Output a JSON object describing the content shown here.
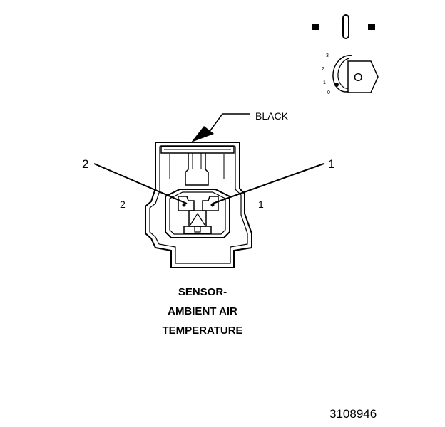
{
  "connector": {
    "color_label": "BLACK",
    "title_lines": [
      "SENSOR-",
      "AMBIENT AIR",
      "TEMPERATURE"
    ],
    "callouts": {
      "left": "2",
      "right": "1"
    },
    "pins": {
      "left": "2",
      "right": "1"
    }
  },
  "locator": {
    "cavity_numbers": [
      "3",
      "2",
      "1",
      "0"
    ],
    "key_label": "O"
  },
  "figure_id": "3108946",
  "colors": {
    "ink": "#000000",
    "background": "#ffffff"
  }
}
